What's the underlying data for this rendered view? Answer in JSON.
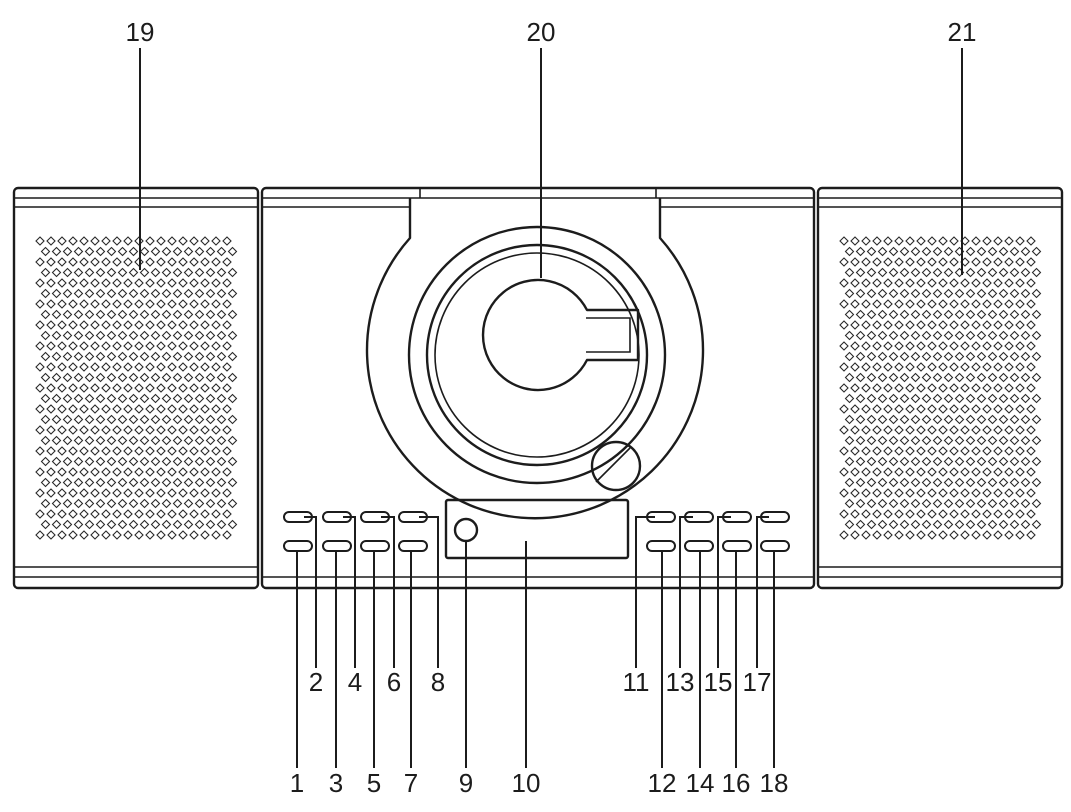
{
  "callouts": {
    "top": [
      "19",
      "20",
      "21"
    ],
    "upper_left": [
      "2",
      "4",
      "6",
      "8"
    ],
    "lower_left": [
      "1",
      "3",
      "5",
      "7",
      "9",
      "10"
    ],
    "upper_right": [
      "11",
      "13",
      "15",
      "17"
    ],
    "lower_right": [
      "12",
      "14",
      "16",
      "18"
    ]
  },
  "colors": {
    "line": "#1c1c1c",
    "background": "#ffffff"
  }
}
